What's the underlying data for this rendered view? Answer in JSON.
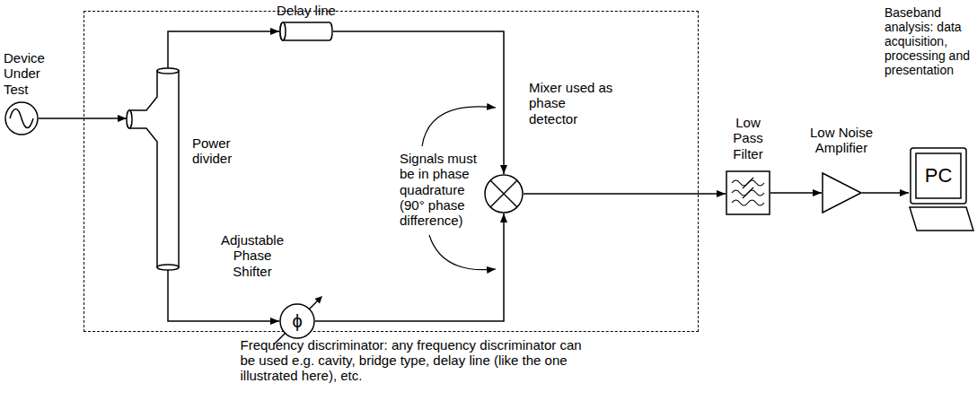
{
  "diagram": {
    "nodes": [
      {
        "text": [
          "Device Under Test"
        ]
      },
      {
        "text": [
          "Frequency discriminator: any frequency discriminator can be used e.g. cavity, bridge type, delay line (like the one illustrated here), etc."
        ]
      },
      {
        "text": [
          "Power divider"
        ],
        "in": 1
      },
      {
        "text": [
          "Delay line"
        ],
        "in": 1
      },
      {
        "text": [
          "Adjustable Phase Shifter",
          "ϕ"
        ],
        "in": 1
      },
      {
        "text": [
          "Mixer used as phase detector"
        ],
        "in": 1
      },
      {
        "text": [
          "Low Pass Filter"
        ]
      },
      {
        "text": [
          "Low Noise Amplifier"
        ]
      },
      {
        "text": [
          "Baseband analysis: data acquisition, processing and presentation",
          "PC"
        ]
      }
    ],
    "edges": [
      {
        "from": 0,
        "to": 2,
        "arrow": "to"
      },
      {
        "from": 2,
        "to": 3,
        "arrow": "to"
      },
      {
        "from": 2,
        "to": 4,
        "arrow": "to"
      },
      {
        "from": 3,
        "to": 5,
        "arrow": "to"
      },
      {
        "from": 4,
        "to": 5,
        "arrow": "to"
      },
      {
        "from": 5,
        "to": 6,
        "arrow": "to"
      },
      {
        "from": 6,
        "to": 7,
        "arrow": "to"
      },
      {
        "from": 7,
        "to": 8,
        "arrow": "to"
      }
    ],
    "labels": [
      "Signals must be in phase quadrature (90° phase difference)"
    ]
  }
}
